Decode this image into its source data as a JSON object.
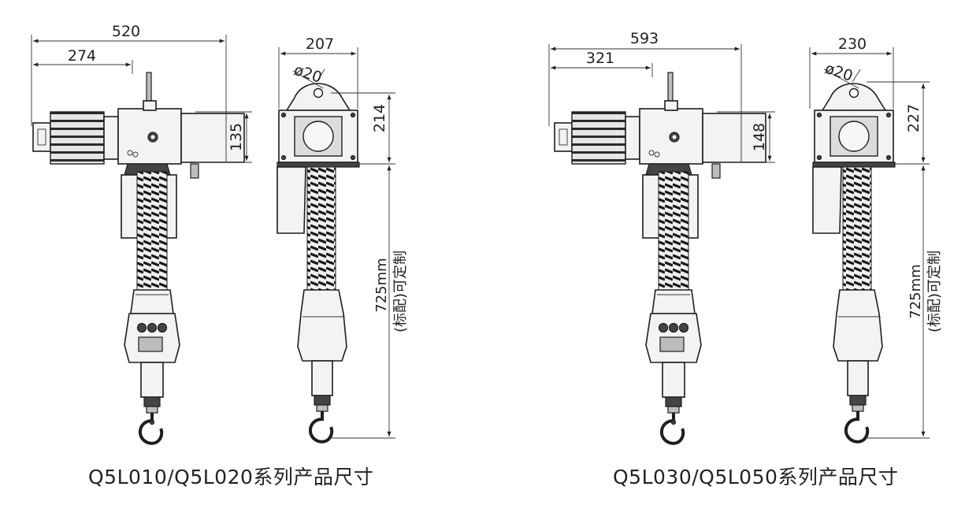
{
  "left_group": {
    "caption": "Q5L010/Q5L020系列产品尺寸",
    "overall_width": "520",
    "offset_width": "274",
    "side_width": "207",
    "body_height": "135",
    "side_height": "214",
    "hole_diameter": "ø20",
    "cable_length": "725mm",
    "cable_note": "(标配)可定制"
  },
  "right_group": {
    "caption": "Q5L030/Q5L050系列产品尺寸",
    "overall_width": "593",
    "offset_width": "321",
    "side_width": "230",
    "body_height": "148",
    "side_height": "227",
    "hole_diameter": "ø20",
    "cable_length": "725mm",
    "cable_note": "(标配)可定制"
  }
}
